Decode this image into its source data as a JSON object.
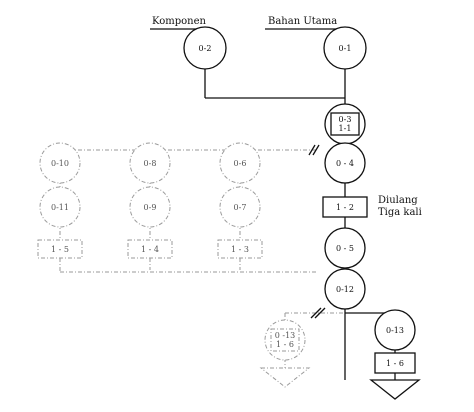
{
  "headers": {
    "komponen": "Komponen",
    "bahan_utama": "Bahan Utama"
  },
  "nodes": {
    "op2": "0-2",
    "op1": "0-1",
    "combo_top": "0-3",
    "combo_bottom": "1-1",
    "op4": "0 - 4",
    "insp2": "1 - 2",
    "repeat_line1": "Diulang",
    "repeat_line2": "Tiga kali",
    "op5": "0 - 5",
    "op12": "0-12",
    "op13": "0-13",
    "insp6": "1 - 6",
    "alt_op13_top": "0 -13",
    "alt_op13_bottom": "1 - 6",
    "op10": "0-10",
    "op11": "0-11",
    "insp5": "1 - 5",
    "op8": "0-8",
    "op9": "0-9",
    "insp4": "1 - 4",
    "op6": "0-6",
    "op7": "0-7",
    "insp3": "1 - 3"
  }
}
